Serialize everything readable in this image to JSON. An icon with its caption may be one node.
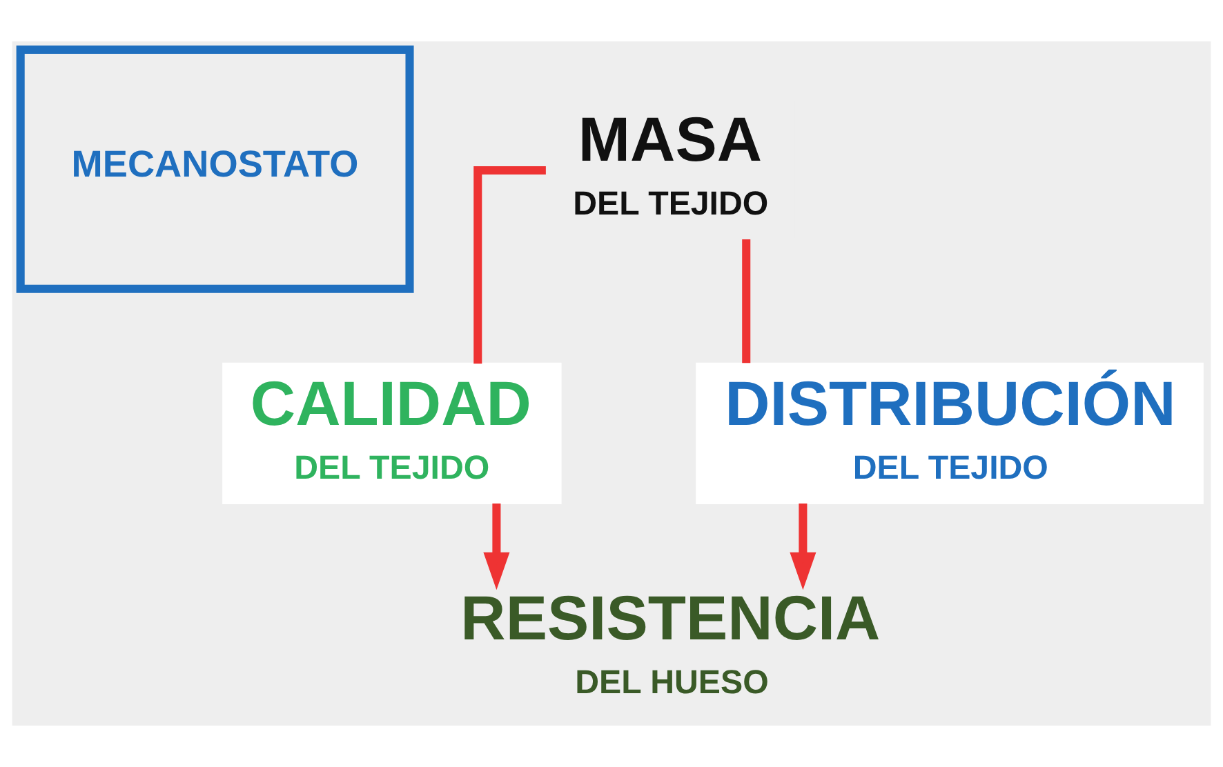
{
  "diagram": {
    "nodes": [
      {
        "text": [
          "MECANOSTATO"
        ]
      },
      {
        "text": [
          "MASA",
          "DEL TEJIDO"
        ]
      },
      {
        "text": [
          "CALIDAD",
          "DEL TEJIDO"
        ]
      },
      {
        "text": [
          "DISTRIBUCIÓN",
          "DEL TEJIDO"
        ]
      },
      {
        "text": [
          "RESISTENCIA",
          "DEL HUESO"
        ]
      }
    ],
    "edges": [
      {
        "from": 1,
        "to": 2,
        "arrow": "none"
      },
      {
        "from": 2,
        "to": 4,
        "arrow": "to"
      },
      {
        "from": 1,
        "to": 3,
        "arrow": "none"
      },
      {
        "from": 3,
        "to": 4,
        "arrow": "to"
      }
    ]
  }
}
